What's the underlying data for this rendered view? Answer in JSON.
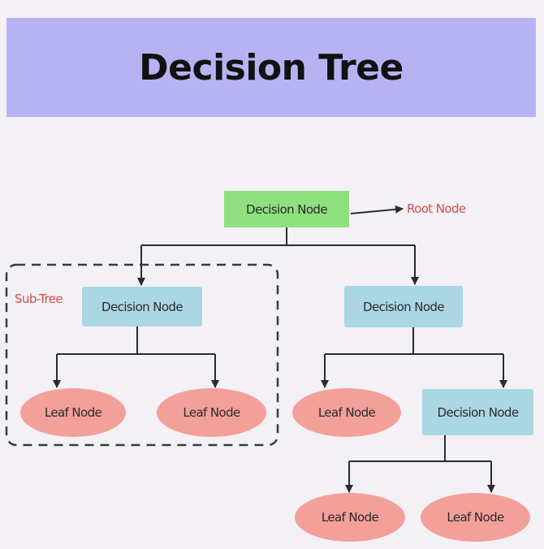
{
  "title": "Decision Tree",
  "nodes": {
    "root": "Decision Node",
    "left_decision": "Decision Node",
    "right_decision": "Decision Node",
    "right_sub_decision": "Decision Node",
    "leaf_1": "Leaf Node",
    "leaf_2": "Leaf Node",
    "leaf_3": "Leaf Node",
    "leaf_4": "Leaf Node",
    "leaf_5": "Leaf Node"
  },
  "labels": {
    "root_node": "Root Node",
    "sub_tree": "Sub-Tree"
  },
  "colors": {
    "header_bg": "#b7b3f3",
    "root_node": "#8ee07e",
    "decision_node": "#abd6e4",
    "leaf_node": "#f4a09a",
    "label_text": "#d24e4e",
    "connector": "#2b2b2b"
  }
}
